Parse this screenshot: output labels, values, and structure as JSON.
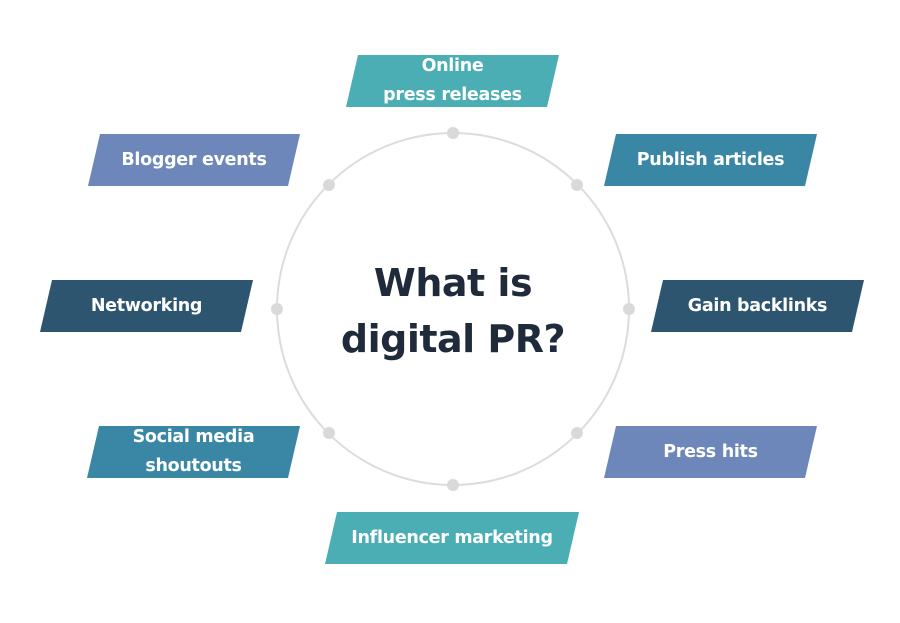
{
  "title": {
    "line1": "What is",
    "line2": "digital PR?"
  },
  "colors": {
    "teal": "#4aaeb4",
    "steel_blue": "#3a87a5",
    "periwinkle": "#6d87ba",
    "navy": "#2d5570",
    "ring": "#dcdcdc",
    "text_dark": "#1f2a3a"
  },
  "nodes": [
    {
      "id": "online-press-releases",
      "line1": "Online",
      "line2": "press releases",
      "color": "#4aaeb4"
    },
    {
      "id": "publish-articles",
      "line1": "Publish articles",
      "color": "#3a87a5"
    },
    {
      "id": "gain-backlinks",
      "line1": "Gain backlinks",
      "color": "#2d5570"
    },
    {
      "id": "press-hits",
      "line1": "Press hits",
      "color": "#6d87ba"
    },
    {
      "id": "influencer-marketing",
      "line1": "Influencer marketing",
      "color": "#4aaeb4"
    },
    {
      "id": "social-media-shoutouts",
      "line1": "Social media",
      "line2": "shoutouts",
      "color": "#3a87a5"
    },
    {
      "id": "networking",
      "line1": "Networking",
      "color": "#2d5570"
    },
    {
      "id": "blogger-events",
      "line1": "Blogger events",
      "color": "#6d87ba"
    }
  ]
}
